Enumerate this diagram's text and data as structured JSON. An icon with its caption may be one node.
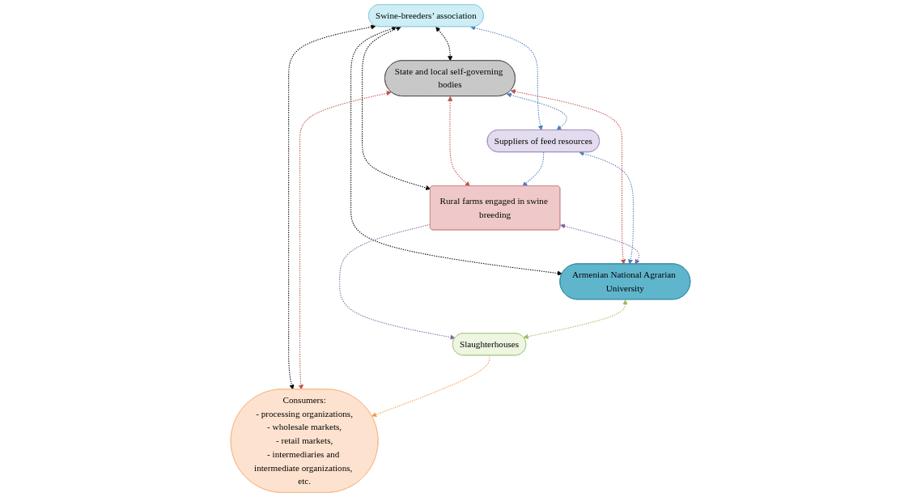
{
  "diagram": {
    "nodes": [
      {
        "text": [
          "Swine-breeders’ association"
        ]
      },
      {
        "text": [
          "State and local self-governing bodies"
        ]
      },
      {
        "text": [
          "Suppliers of feed resources"
        ]
      },
      {
        "text": [
          "Rural farms engaged in swine breeding"
        ]
      },
      {
        "text": [
          "Consumers:",
          "- processing organizations,",
          "- wholesale markets,",
          "- retail markets,",
          "- intermediaries and intermediate organizations, etc."
        ]
      },
      {
        "text": [
          "Armenian National Agrarian University"
        ]
      },
      {
        "text": [
          "Slaughterhouses"
        ]
      }
    ],
    "edges": [
      {
        "from": 0,
        "to": 1,
        "arrow": "both",
        "style": "dashed"
      },
      {
        "from": 0,
        "to": 4,
        "arrow": "both",
        "style": "dashed"
      },
      {
        "from": 0,
        "to": 3,
        "arrow": "both",
        "style": "dashed"
      },
      {
        "from": 0,
        "to": 5,
        "arrow": "both",
        "style": "dashed"
      },
      {
        "from": 0,
        "to": 2,
        "arrow": "both",
        "style": "dashed",
        "color": "#4a7ebb"
      },
      {
        "from": 1,
        "to": 2,
        "arrow": "both",
        "style": "dashed",
        "color": "#4a7ebb"
      },
      {
        "from": 1,
        "to": 3,
        "arrow": "both",
        "style": "dashed",
        "color": "#c0504d"
      },
      {
        "from": 1,
        "to": 5,
        "arrow": "both",
        "style": "dashed",
        "color": "#c0504d"
      },
      {
        "from": 1,
        "to": 4,
        "arrow": "both",
        "style": "dashed",
        "color": "#c0504d"
      },
      {
        "from": 2,
        "to": 3,
        "arrow": "to",
        "style": "dashed",
        "color": "#4a7ebb"
      },
      {
        "from": 2,
        "to": 5,
        "arrow": "both",
        "style": "dashed",
        "color": "#4a7ebb"
      },
      {
        "from": 3,
        "to": 5,
        "arrow": "both",
        "style": "dashed",
        "color": "#8064a2"
      },
      {
        "from": 3,
        "to": 6,
        "arrow": "to",
        "style": "dashed",
        "color": "#8064a2"
      },
      {
        "from": 5,
        "to": 6,
        "arrow": "both",
        "style": "dashed",
        "color": "#9bbb59"
      },
      {
        "from": 6,
        "to": 4,
        "arrow": "to",
        "style": "dashed",
        "color": "#f79646"
      }
    ]
  }
}
